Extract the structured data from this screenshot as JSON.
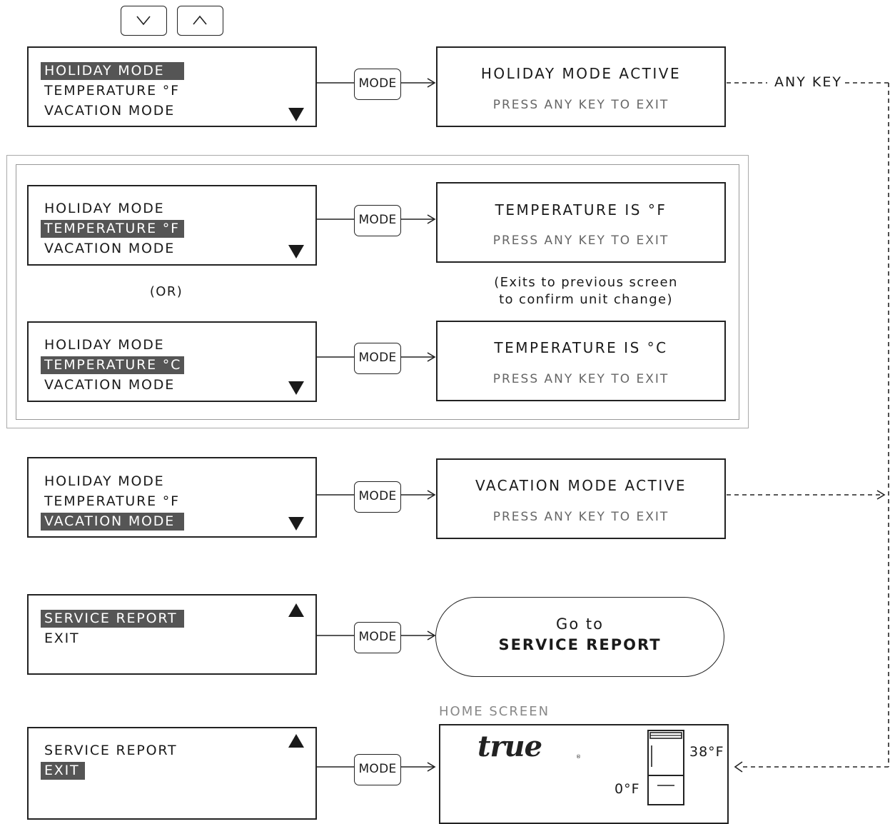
{
  "nav_buttons": [
    {
      "name": "down-chevron-icon"
    },
    {
      "name": "up-chevron-icon"
    }
  ],
  "button_label": "MODE",
  "connector_label": "ANY KEY",
  "or_label": "(OR)",
  "unit_change_note": [
    "(Exits to previous screen",
    "to confirm unit change)"
  ],
  "rows": [
    {
      "menu": [
        "HOLIDAY MODE",
        "TEMPERATURE °F",
        "VACATION MODE"
      ],
      "selected": 0,
      "result_title": "HOLIDAY MODE ACTIVE",
      "result_sub": "PRESS ANY KEY TO EXIT"
    },
    {
      "menu": [
        "HOLIDAY MODE",
        "TEMPERATURE °F",
        "VACATION MODE"
      ],
      "selected": 1,
      "result_title": "TEMPERATURE IS °F",
      "result_sub": "PRESS ANY KEY TO EXIT"
    },
    {
      "menu": [
        "HOLIDAY MODE",
        "TEMPERATURE °C",
        "VACATION MODE"
      ],
      "selected": 1,
      "result_title": "TEMPERATURE IS °C",
      "result_sub": "PRESS ANY KEY TO EXIT"
    },
    {
      "menu": [
        "HOLIDAY MODE",
        "TEMPERATURE °F",
        "VACATION MODE"
      ],
      "selected": 2,
      "result_title": "VACATION MODE ACTIVE",
      "result_sub": "PRESS ANY KEY TO EXIT"
    },
    {
      "menu": [
        "SERVICE REPORT",
        "EXIT"
      ],
      "selected": 0,
      "goto_line1": "Go to",
      "goto_line2": "SERVICE REPORT"
    },
    {
      "menu": [
        "SERVICE REPORT",
        "EXIT"
      ],
      "selected": 1
    }
  ],
  "home_screen": {
    "caption": "HOME SCREEN",
    "brand": "true",
    "registered_mark": "®",
    "fridge_temp": "38°F",
    "freezer_temp": "0°F",
    "appliance_icon": "refrigerator-icon"
  }
}
